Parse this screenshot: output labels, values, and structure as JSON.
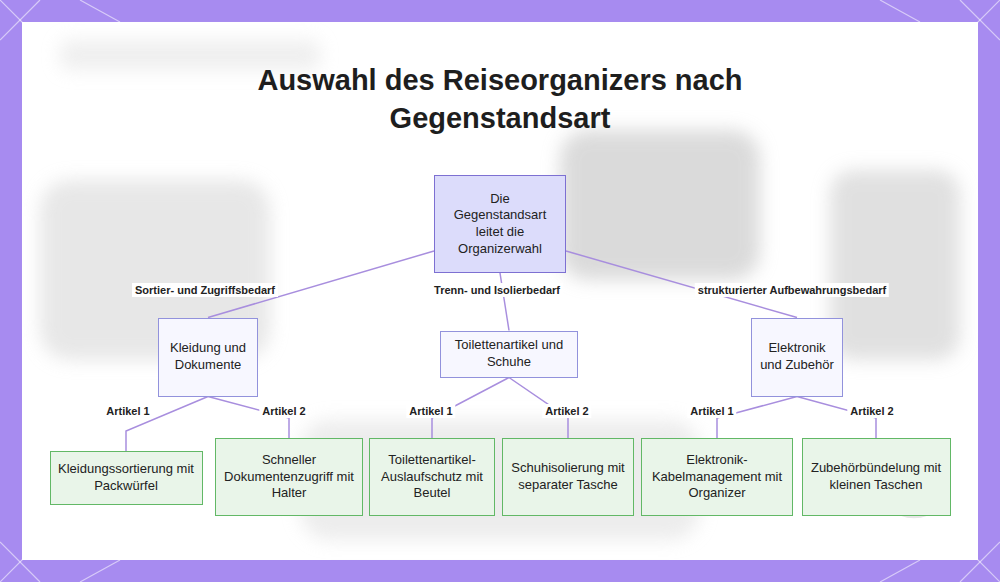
{
  "diagram": {
    "title": "Auswahl des Reiseorganizers nach Gegenstandsart",
    "nodes": [
      {
        "text": [
          "Die Gegenstandsart leitet die Organizerwahl"
        ]
      },
      {
        "text": [
          "Kleidung und Dokumente"
        ]
      },
      {
        "text": [
          "Toilettenartikel und Schuhe"
        ]
      },
      {
        "text": [
          "Elektronik und Zubehör"
        ]
      },
      {
        "text": [
          "Kleidungssortierung mit Packwürfel"
        ]
      },
      {
        "text": [
          "Schneller Dokumentenzugriff mit Halter"
        ]
      },
      {
        "text": [
          "Toilettenartikel-Auslaufschutz mit Beutel"
        ]
      },
      {
        "text": [
          "Schuhisolierung mit separater Tasche"
        ]
      },
      {
        "text": [
          "Elektronik-Kabelmanagement mit Organizer"
        ]
      },
      {
        "text": [
          "Zubehörbündelung mit kleinen Taschen"
        ]
      }
    ],
    "edges": [
      {
        "from": 0,
        "to": 1,
        "arrow": "none",
        "label": "Sortier- und Zugriffsbedarf"
      },
      {
        "from": 0,
        "to": 2,
        "arrow": "none",
        "label": "Trenn- und Isolierbedarf"
      },
      {
        "from": 0,
        "to": 3,
        "arrow": "none",
        "label": "strukturierter Aufbewahrungsbedarf"
      },
      {
        "from": 1,
        "to": 4,
        "arrow": "none",
        "label": "Artikel 1"
      },
      {
        "from": 1,
        "to": 5,
        "arrow": "none",
        "label": "Artikel 2"
      },
      {
        "from": 2,
        "to": 6,
        "arrow": "none",
        "label": "Artikel 1"
      },
      {
        "from": 2,
        "to": 7,
        "arrow": "none",
        "label": "Artikel 2"
      },
      {
        "from": 3,
        "to": 8,
        "arrow": "none",
        "label": "Artikel 1"
      },
      {
        "from": 3,
        "to": 9,
        "arrow": "none",
        "label": "Artikel 2"
      }
    ]
  }
}
